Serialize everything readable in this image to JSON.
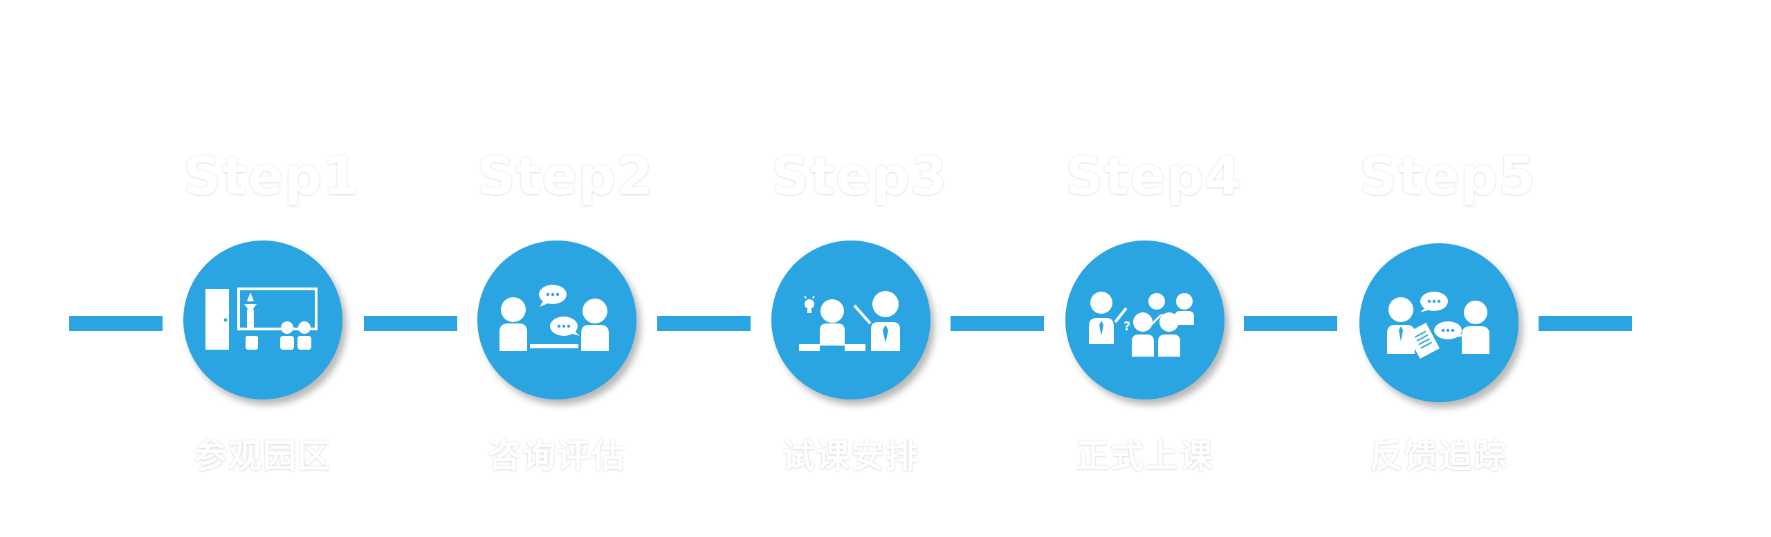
{
  "colors": {
    "accent": "#2aa5e1",
    "text": "#ffffff"
  },
  "steps": [
    {
      "title": "Step1",
      "label": "参观园区",
      "icon": "classroom-visit-icon"
    },
    {
      "title": "Step2",
      "label": "咨询评估",
      "icon": "consultation-icon"
    },
    {
      "title": "Step3",
      "label": "试课安排",
      "icon": "trial-class-icon"
    },
    {
      "title": "Step4",
      "label": "正式上课",
      "icon": "formal-class-icon"
    },
    {
      "title": "Step5",
      "label": "反馈追踪",
      "icon": "feedback-tracking-icon"
    }
  ]
}
